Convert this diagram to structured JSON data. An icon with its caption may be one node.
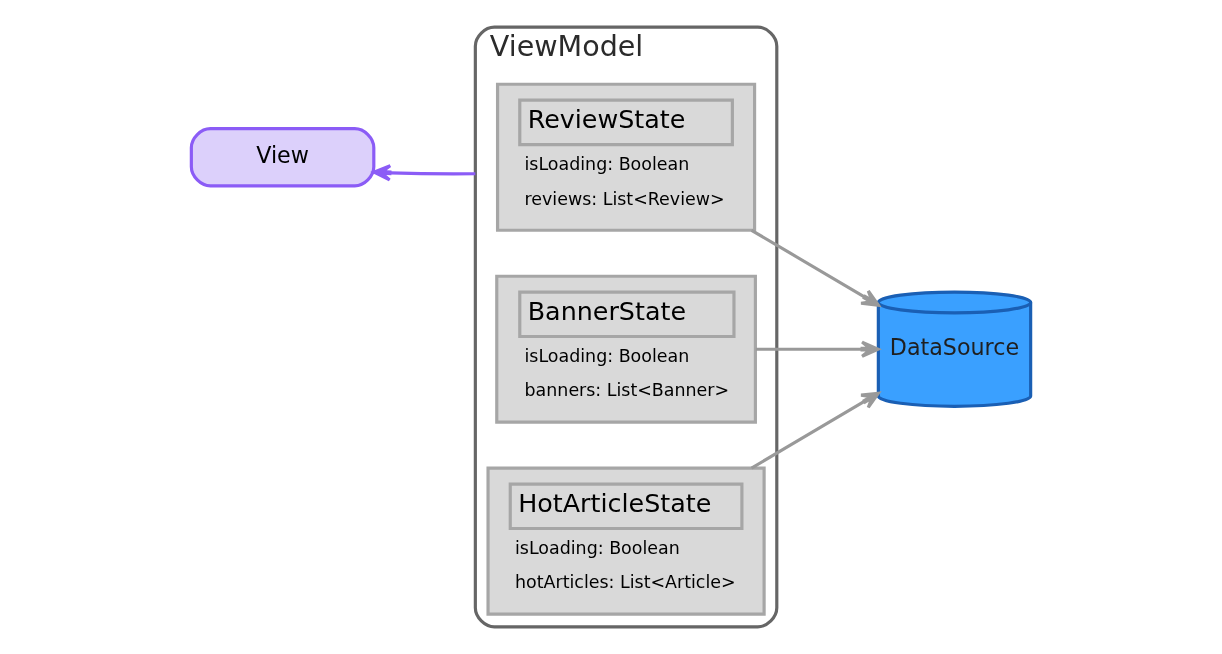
{
  "diagram": {
    "nodes": [
      {
        "text": [
          "View"
        ]
      },
      {
        "text": [
          "ViewModel"
        ]
      },
      {
        "text": [
          "ReviewState",
          "isLoading: Boolean",
          "reviews: List<Review>"
        ],
        "in": 1
      },
      {
        "text": [
          "BannerState",
          "isLoading: Boolean",
          "banners: List<Banner>"
        ],
        "in": 1
      },
      {
        "text": [
          "HotArticleState",
          "isLoading: Boolean",
          "hotArticles: List<Article>"
        ],
        "in": 1
      },
      {
        "text": [
          "DataSource"
        ]
      }
    ],
    "edges": [
      {
        "from": 1,
        "to": 0,
        "arrow": "to",
        "color": "#8b5cf6"
      },
      {
        "from": 2,
        "to": 5,
        "arrow": "to"
      },
      {
        "from": 3,
        "to": 5,
        "arrow": "to"
      },
      {
        "from": 4,
        "to": 5,
        "arrow": "to"
      }
    ]
  }
}
